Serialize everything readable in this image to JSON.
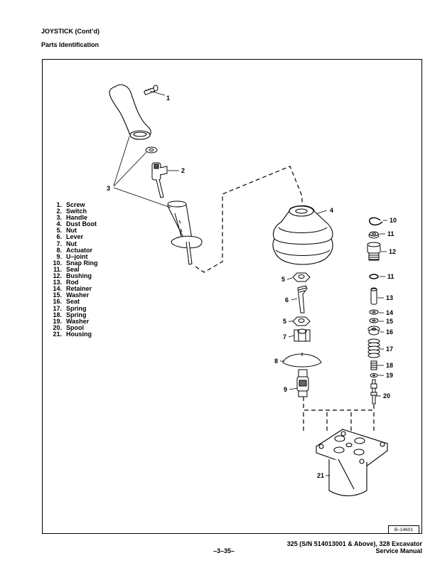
{
  "heading": "JOYSTICK (Cont’d)",
  "subheading": "Parts Identification",
  "parts": [
    {
      "num": "1.",
      "name": "Screw"
    },
    {
      "num": "2.",
      "name": "Switch"
    },
    {
      "num": "3.",
      "name": "Handle"
    },
    {
      "num": "4.",
      "name": "Dust Boot"
    },
    {
      "num": "5.",
      "name": "Nut"
    },
    {
      "num": "6.",
      "name": "Lever"
    },
    {
      "num": "7.",
      "name": "Nut"
    },
    {
      "num": "8.",
      "name": "Actuator"
    },
    {
      "num": "9.",
      "name": "U–joint"
    },
    {
      "num": "10.",
      "name": "Snap Ring"
    },
    {
      "num": "11.",
      "name": "Seal"
    },
    {
      "num": "12.",
      "name": "Bushing"
    },
    {
      "num": "13.",
      "name": "Rod"
    },
    {
      "num": "14.",
      "name": "Retainer"
    },
    {
      "num": "15.",
      "name": "Washer"
    },
    {
      "num": "16.",
      "name": "Seat"
    },
    {
      "num": "17.",
      "name": "Spring"
    },
    {
      "num": "18.",
      "name": "Spring"
    },
    {
      "num": "19.",
      "name": "Washer"
    },
    {
      "num": "20.",
      "name": "Spool"
    },
    {
      "num": "21.",
      "name": "Housing"
    }
  ],
  "callouts": {
    "c1": "1",
    "c2": "2",
    "c3": "3",
    "c4": "4",
    "c5a": "5",
    "c5b": "5",
    "c6": "6",
    "c7": "7",
    "c8": "8",
    "c9": "9",
    "c10": "10",
    "c11a": "11",
    "c11b": "11",
    "c12": "12",
    "c13": "13",
    "c14": "14",
    "c15": "15",
    "c16": "16",
    "c17": "17",
    "c18": "18",
    "c19": "19",
    "c20": "20",
    "c21": "21"
  },
  "figure_id": "B–14601",
  "footer": {
    "line1": "325 (S/N 514013001 & Above), 328 Excavator",
    "line2": "Service Manual",
    "page": "–3–35–"
  }
}
